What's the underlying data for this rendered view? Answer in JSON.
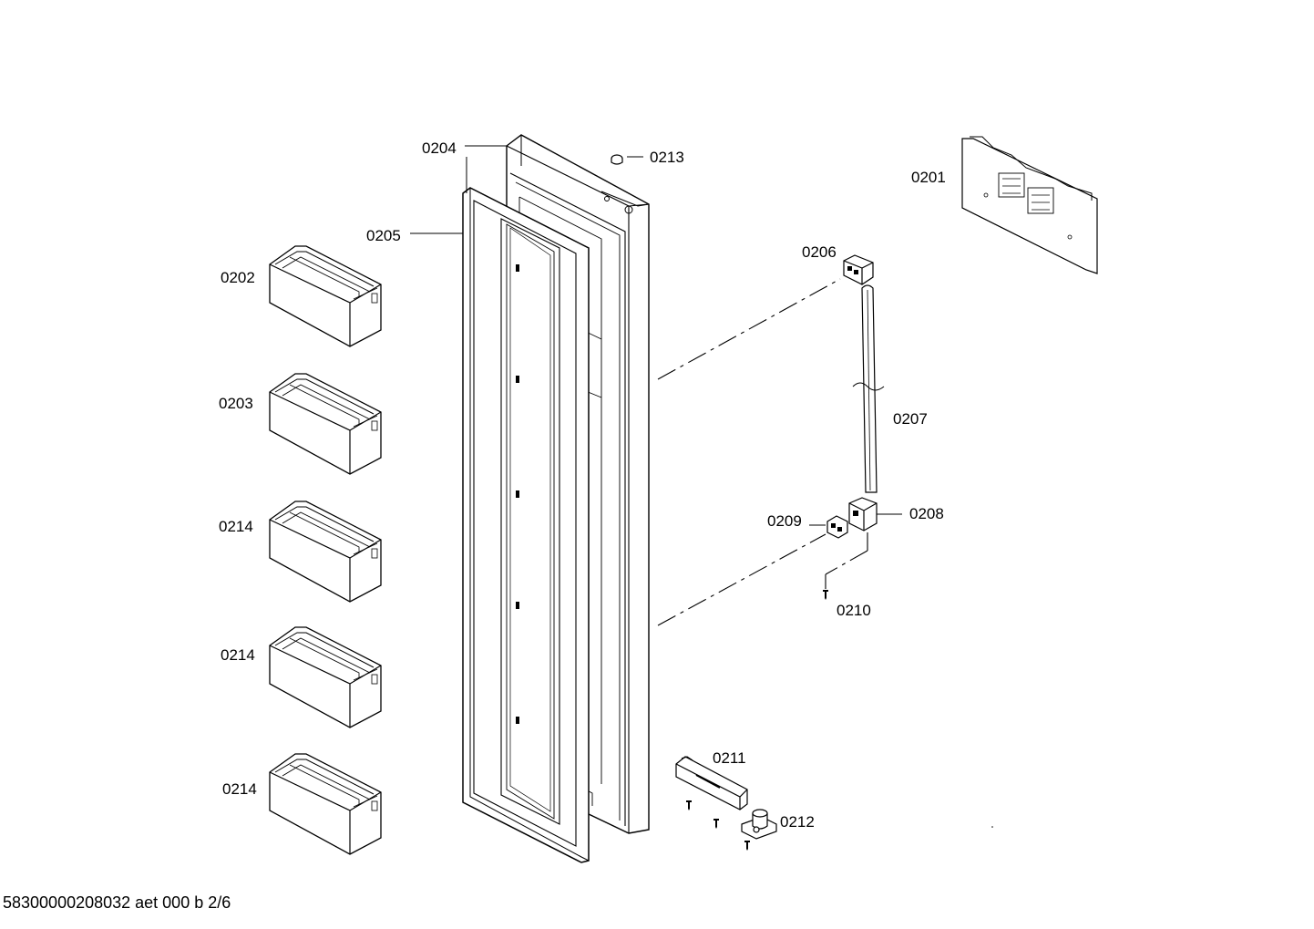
{
  "diagram": {
    "labels": {
      "p0201": "0201",
      "p0202": "0202",
      "p0203": "0203",
      "p0204": "0204",
      "p0205": "0205",
      "p0206": "0206",
      "p0207": "0207",
      "p0208": "0208",
      "p0209": "0209",
      "p0210": "0210",
      "p0211": "0211",
      "p0212": "0212",
      "p0213": "0213",
      "p0214a": "0214",
      "p0214b": "0214",
      "p0214c": "0214"
    }
  },
  "footer": {
    "doc_id": "58300000208032 aet 000 b 2/6"
  }
}
